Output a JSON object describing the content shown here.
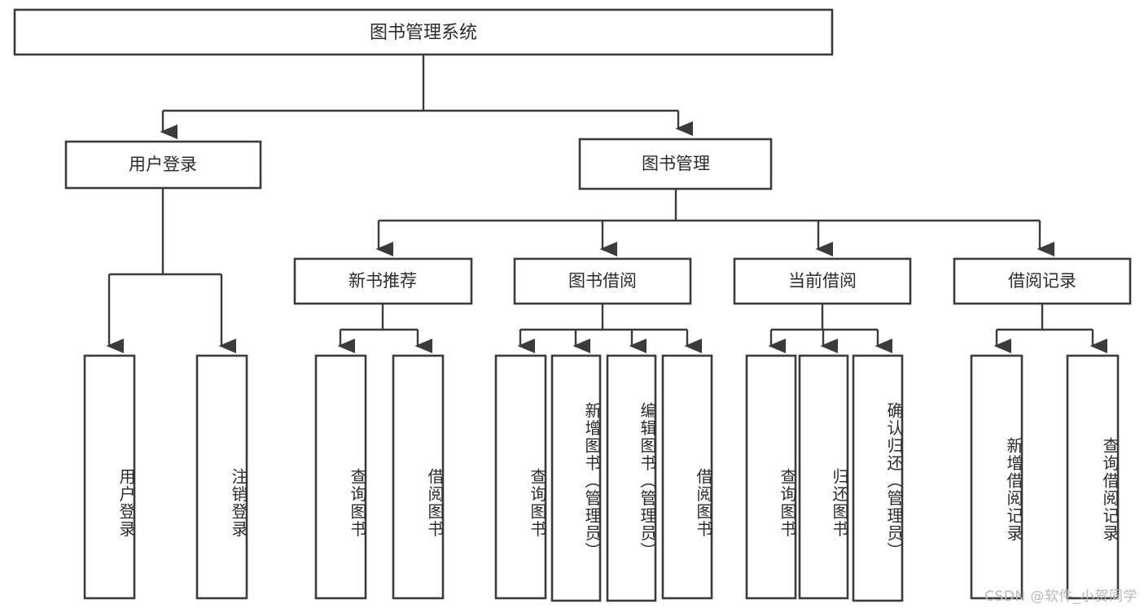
{
  "diagram": {
    "type": "tree",
    "title": "图书管理系统",
    "orientation": "top-down",
    "colors": {
      "box_stroke": "#3b3b3b",
      "box_fill": "#ffffff",
      "connector": "#3b3b3b",
      "text": "#2b2b2b",
      "watermark": "#b9b9b9",
      "background": "#ffffff"
    }
  },
  "root": {
    "label": "图书管理系统"
  },
  "level2": [
    {
      "label": "用户登录"
    },
    {
      "label": "图书管理"
    }
  ],
  "level3": [
    {
      "label": "新书推荐"
    },
    {
      "label": "图书借阅"
    },
    {
      "label": "当前借阅"
    },
    {
      "label": "借阅记录"
    }
  ],
  "leaves": {
    "user_login": [
      {
        "label": "用户登录"
      },
      {
        "label": "注销登录"
      }
    ],
    "new_book_recommend": [
      {
        "label": "查询图书"
      },
      {
        "label": "借阅图书"
      }
    ],
    "book_borrow": [
      {
        "label": "查询图书"
      },
      {
        "label": "新增图书（管理员）"
      },
      {
        "label": "编辑图书（管理员）"
      },
      {
        "label": "借阅图书"
      }
    ],
    "current_borrow": [
      {
        "label": "查询图书"
      },
      {
        "label": "归还图书"
      },
      {
        "label": "确认归还（管理员）"
      }
    ],
    "borrow_record": [
      {
        "label": "新增借阅记录"
      },
      {
        "label": "查询借阅记录"
      }
    ]
  },
  "watermark": {
    "text": "CSDN @软件_小贺同学"
  }
}
